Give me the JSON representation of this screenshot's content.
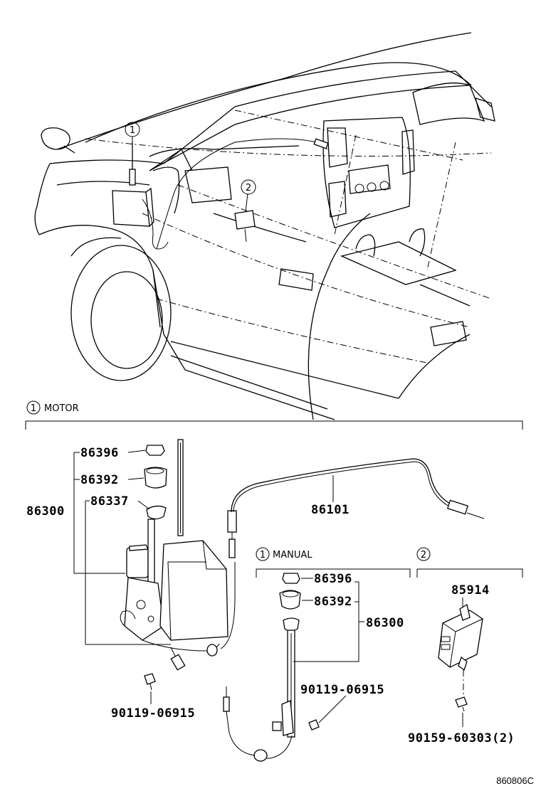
{
  "callouts": {
    "overview_1": "1",
    "overview_2": "2"
  },
  "sections": {
    "motor": {
      "number": "1",
      "label": "MOTOR"
    },
    "manual": {
      "number": "1",
      "label": "MANUAL"
    },
    "module": {
      "number": "2"
    }
  },
  "motor_parts": {
    "p86396": "86396",
    "p86392": "86392",
    "p86337": "86337",
    "p86300": "86300",
    "p86101": "86101",
    "p90119": "90119-06915"
  },
  "manual_parts": {
    "p86396": "86396",
    "p86392": "86392",
    "p86300": "86300",
    "p90119": "90119-06915"
  },
  "module_parts": {
    "p85914": "85914",
    "p90159": "90159-60303(2)"
  },
  "diagram_code": "860806C"
}
